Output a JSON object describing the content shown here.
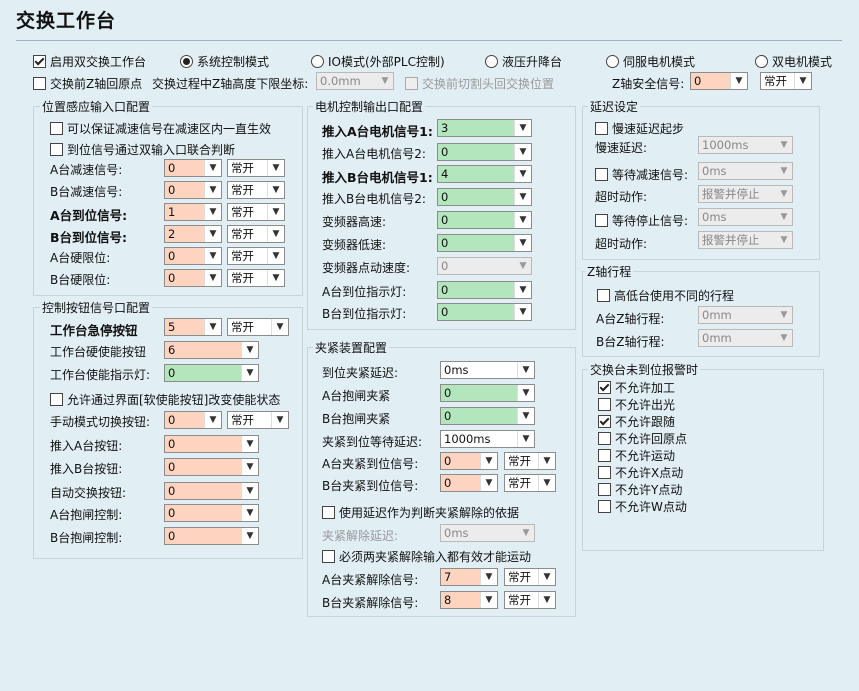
{
  "title": "交换工作台",
  "top": {
    "enable_dual": {
      "label": "启用双交换工作台",
      "checked": true
    },
    "modes": [
      {
        "label": "系统控制模式",
        "checked": true
      },
      {
        "label": "IO模式(外部PLC控制)",
        "checked": false
      },
      {
        "label": "液压升降台",
        "checked": false
      },
      {
        "label": "伺服电机模式",
        "checked": false
      },
      {
        "label": "双电机模式",
        "checked": false
      }
    ],
    "z_home_before": {
      "label": "交换前Z轴回原点",
      "checked": false
    },
    "z_lower_label": "交换过程中Z轴高度下限坐标:",
    "z_lower_value": "0.0mm",
    "cut_back": {
      "label": "交换前切割头回交换位置",
      "checked": false
    },
    "z_safety_label": "Z轴安全信号:",
    "z_safety_value": "0",
    "z_safety_mode": "常开"
  },
  "pos_sensor": {
    "title": "位置感应输入口配置",
    "opt1": {
      "label": "可以保证减速信号在减速区内一直生效",
      "checked": false
    },
    "opt2": {
      "label": "到位信号通过双输入口联合判断",
      "checked": false
    },
    "rows": [
      {
        "label": "A台减速信号:",
        "value": "0",
        "mode": "常开"
      },
      {
        "label": "B台减速信号:",
        "value": "0",
        "mode": "常开"
      },
      {
        "label": "A台到位信号:",
        "value": "1",
        "mode": "常开"
      },
      {
        "label": "B台到位信号:",
        "value": "2",
        "mode": "常开"
      },
      {
        "label": "A台硬限位:",
        "value": "0",
        "mode": "常开"
      },
      {
        "label": "B台硬限位:",
        "value": "0",
        "mode": "常开"
      }
    ]
  },
  "ctrl_btn": {
    "title": "控制按钮信号口配置",
    "estop": {
      "label": "工作台急停按钮",
      "value": "5",
      "mode": "常开"
    },
    "hw_enable": {
      "label": "工作台硬使能按钮",
      "value": "6"
    },
    "enable_lamp": {
      "label": "工作台使能指示灯:",
      "value": "0"
    },
    "allow_soft": {
      "label": "允许通过界面[软使能按钮]改变使能状态",
      "checked": false
    },
    "manual": {
      "label": "手动模式切换按钮:",
      "value": "0",
      "mode": "常开"
    },
    "rows": [
      {
        "label": "推入A台按钮:",
        "value": "0"
      },
      {
        "label": "推入B台按钮:",
        "value": "0"
      },
      {
        "label": "自动交换按钮:",
        "value": "0"
      },
      {
        "label": "A台抱闸控制:",
        "value": "0"
      },
      {
        "label": "B台抱闸控制:",
        "value": "0"
      }
    ]
  },
  "motor_out": {
    "title": "电机控制输出口配置",
    "rows": [
      {
        "label": "推入A台电机信号1:",
        "value": "3"
      },
      {
        "label": "推入A台电机信号2:",
        "value": "0"
      },
      {
        "label": "推入B台电机信号1:",
        "value": "4"
      },
      {
        "label": "推入B台电机信号2:",
        "value": "0"
      },
      {
        "label": "变频器高速:",
        "value": "0"
      },
      {
        "label": "变频器低速:",
        "value": "0"
      },
      {
        "label": "变频器点动速度:",
        "value": "0"
      },
      {
        "label": "A台到位指示灯:",
        "value": "0"
      },
      {
        "label": "B台到位指示灯:",
        "value": "0"
      }
    ]
  },
  "clamp": {
    "title": "夹紧装置配置",
    "delay_label": "到位夹紧延迟:",
    "delay_value": "0ms",
    "a_brake": {
      "label": "A台抱闸夹紧",
      "value": "0"
    },
    "b_brake": {
      "label": "B台抱闸夹紧",
      "value": "0"
    },
    "wait_label": "夹紧到位等待延迟:",
    "wait_value": "1000ms",
    "a_sig": {
      "label": "A台夹紧到位信号:",
      "value": "0",
      "mode": "常开"
    },
    "b_sig": {
      "label": "B台夹紧到位信号:",
      "value": "0",
      "mode": "常开"
    },
    "use_delay": {
      "label": "使用延迟作为判断夹紧解除的依据",
      "checked": false
    },
    "release_delay_label": "夹紧解除延迟:",
    "release_delay_value": "0ms",
    "both_release": {
      "label": "必须两夹紧解除输入都有效才能运动",
      "checked": false
    },
    "a_rel": {
      "label": "A台夹紧解除信号:",
      "value": "7",
      "mode": "常开"
    },
    "b_rel": {
      "label": "B台夹紧解除信号:",
      "value": "8",
      "mode": "常开"
    }
  },
  "delay": {
    "title": "延迟设定",
    "slow_start": {
      "label": "慢速延迟起步",
      "checked": false
    },
    "slow_delay_label": "慢速延迟:",
    "slow_delay_value": "1000ms",
    "wait_decel": {
      "label": "等待减速信号:",
      "checked": false
    },
    "wait_decel_value": "0ms",
    "timeout1_label": "超时动作:",
    "timeout1_value": "报警并停止",
    "wait_stop": {
      "label": "等待停止信号:",
      "checked": false
    },
    "wait_stop_value": "0ms",
    "timeout2_label": "超时动作:",
    "timeout2_value": "报警并停止"
  },
  "z_travel": {
    "title": "Z轴行程",
    "diff": {
      "label": "高低台使用不同的行程",
      "checked": false
    },
    "a_label": "A台Z轴行程:",
    "a_value": "0mm",
    "b_label": "B台Z轴行程:",
    "b_value": "0mm"
  },
  "alarm": {
    "title": "交换台未到位报警时",
    "items": [
      {
        "label": "不允许加工",
        "checked": true
      },
      {
        "label": "不允许出光",
        "checked": false
      },
      {
        "label": "不允许跟随",
        "checked": true
      },
      {
        "label": "不允许回原点",
        "checked": false
      },
      {
        "label": "不允许运动",
        "checked": false
      },
      {
        "label": "不允许X点动",
        "checked": false
      },
      {
        "label": "不允许Y点动",
        "checked": false
      },
      {
        "label": "不允许W点动",
        "checked": false
      }
    ]
  }
}
